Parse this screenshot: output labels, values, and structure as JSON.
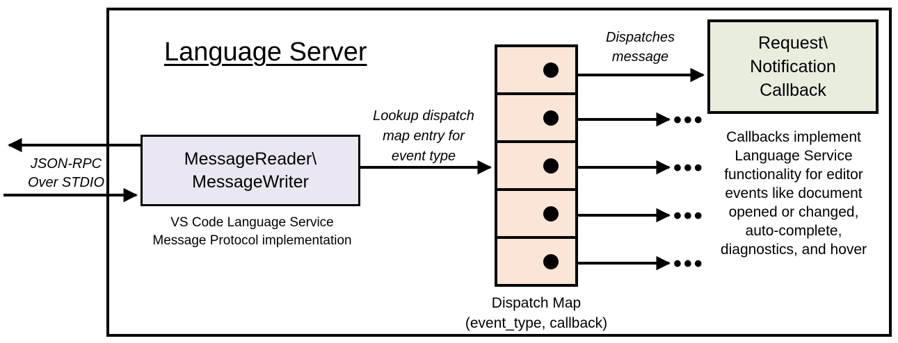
{
  "diagram": {
    "title": "Language Server",
    "frame_color": "#000000",
    "background": "#ffffff"
  },
  "reader": {
    "line1": "MessageReader\\",
    "line2": "MessageWriter",
    "fill": "#EAE7F2",
    "caption_line1": "VS Code Language Service",
    "caption_line2": "Message Protocol implementation"
  },
  "transport": {
    "label_line1": "JSON-RPC",
    "label_line2": "Over STDIO"
  },
  "lookup": {
    "label_line1": "Lookup dispatch",
    "label_line2": "map entry for",
    "label_line3": "event type"
  },
  "dispatch_map": {
    "fill": "#FBE5D6",
    "rows": [
      {
        "index": 1,
        "has_dot": true,
        "outgoing": "callback"
      },
      {
        "index": 2,
        "has_dot": true,
        "outgoing": "ellipsis"
      },
      {
        "index": 3,
        "has_dot": true,
        "outgoing": "ellipsis"
      },
      {
        "index": 4,
        "has_dot": true,
        "outgoing": "ellipsis"
      },
      {
        "index": 5,
        "has_dot": true,
        "outgoing": "ellipsis"
      }
    ],
    "caption_line1": "Dispatch Map",
    "caption_line2": "(event_type, callback)",
    "ellipsis": "•••"
  },
  "dispatch_edge": {
    "label_line1": "Dispatches",
    "label_line2": "message"
  },
  "callback": {
    "line1": "Request\\",
    "line2": "Notification",
    "line3": "Callback",
    "fill": "#E8EDDD",
    "caption_line1": "Callbacks implement",
    "caption_line2": "Language Service",
    "caption_line3": "functionality for editor",
    "caption_line4": "events like document",
    "caption_line5": "opened or changed,",
    "caption_line6": "auto-complete,",
    "caption_line7": "diagnostics, and hover"
  }
}
